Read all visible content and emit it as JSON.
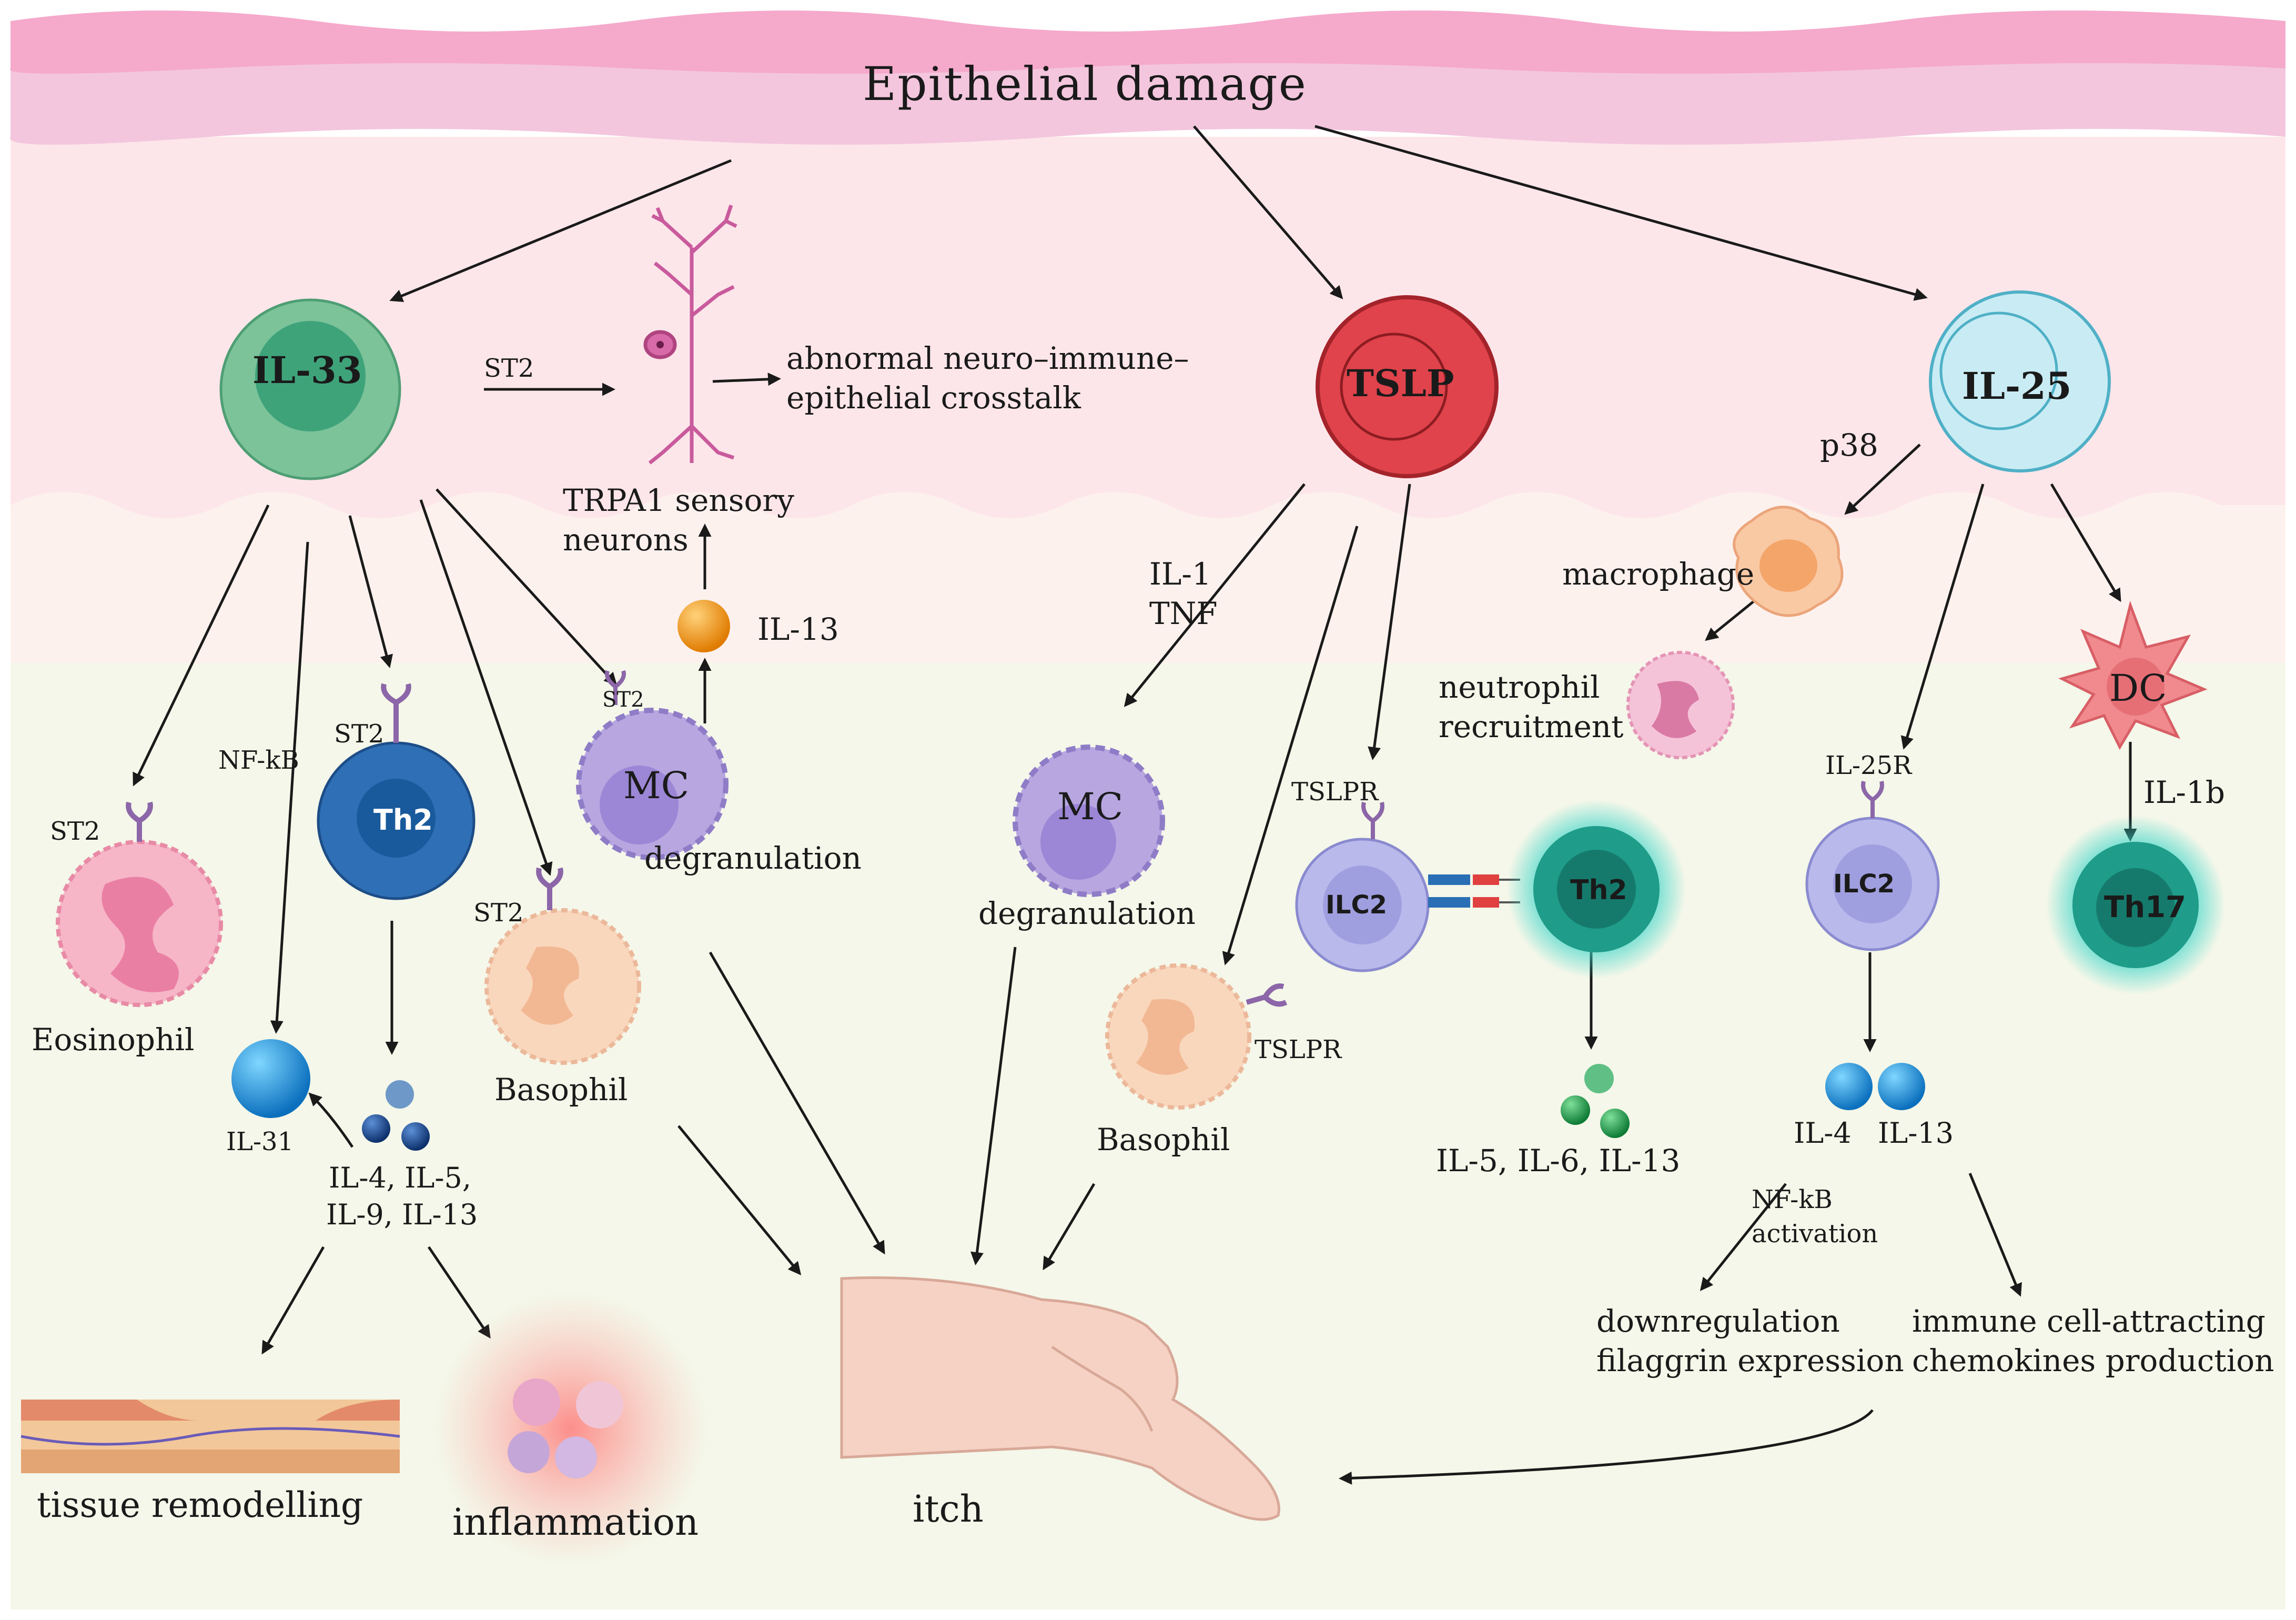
{
  "title": "Epithelial damage",
  "cells": {
    "il33": "IL-33",
    "tslp": "TSLP",
    "il25": "IL-25",
    "th2_left": "Th2",
    "mc_left": "MC",
    "mc_mid": "MC",
    "ilc2_mid": "ILC2",
    "th2_right": "Th2",
    "ilc2_right": "ILC2",
    "dc": "DC",
    "th17": "Th17"
  },
  "labels": {
    "st2_arrow": "ST2",
    "crosstalk_1": "abnormal neuro–immune–",
    "crosstalk_2": "epithelial crosstalk",
    "trpa1_1": "TRPA1 sensory",
    "trpa1_2": "neurons",
    "il13_neuron": "IL-13",
    "st2_mc": "ST2",
    "degranulation_left": "degranulation",
    "st2_th2": "ST2",
    "nfkb_left": "NF-kB",
    "st2_eos": "ST2",
    "eosinophil": "Eosinophil",
    "il31": "IL-31",
    "cytokines_th2_1": "IL-4, IL-5,",
    "cytokines_th2_2": "IL-9, IL-13",
    "st2_baso": "ST2",
    "basophil_left": "Basophil",
    "tissue_remodelling": "tissue remodelling",
    "inflammation": "inflammation",
    "il1": "IL-1",
    "tnf": "TNF",
    "degranulation_mid": "degranulation",
    "tslpr_baso": "TSLPR",
    "basophil_mid": "Basophil",
    "tslpr_ilc2": "TSLPR",
    "cytokines_ilc2": "IL-5, IL-6, IL-13",
    "itch": "itch",
    "p38": "p38",
    "macrophage": "macrophage",
    "neutrophil_1": "neutrophil",
    "neutrophil_2": "recruitment",
    "il25r": "IL-25R",
    "il1b": "IL-1b",
    "il4": "IL-4",
    "il13_right": "IL-13",
    "nfkb_right_1": "NF-kB",
    "nfkb_right_2": "activation",
    "downreg_1": "downregulation",
    "downreg_2": "filaggrin expression",
    "chemokines_1": "immune cell-attracting",
    "chemokines_2": "chemokines production"
  },
  "colors": {
    "il33": "#7cc39a",
    "tslp": "#e0434b",
    "il25": "#c9ecf4",
    "th2_dark": "#2f6fb6",
    "mc": "#b7a6e0",
    "ilc2": "#b9b9ec",
    "th2_teal": "#1f9c8a",
    "dc": "#f08a8e",
    "eosinophil": "#f6b6c8",
    "basophil": "#f9d7bd",
    "skin_top": "#f5b9d4",
    "dermis": "#fde8ec",
    "lower": "#f4f7e9"
  }
}
